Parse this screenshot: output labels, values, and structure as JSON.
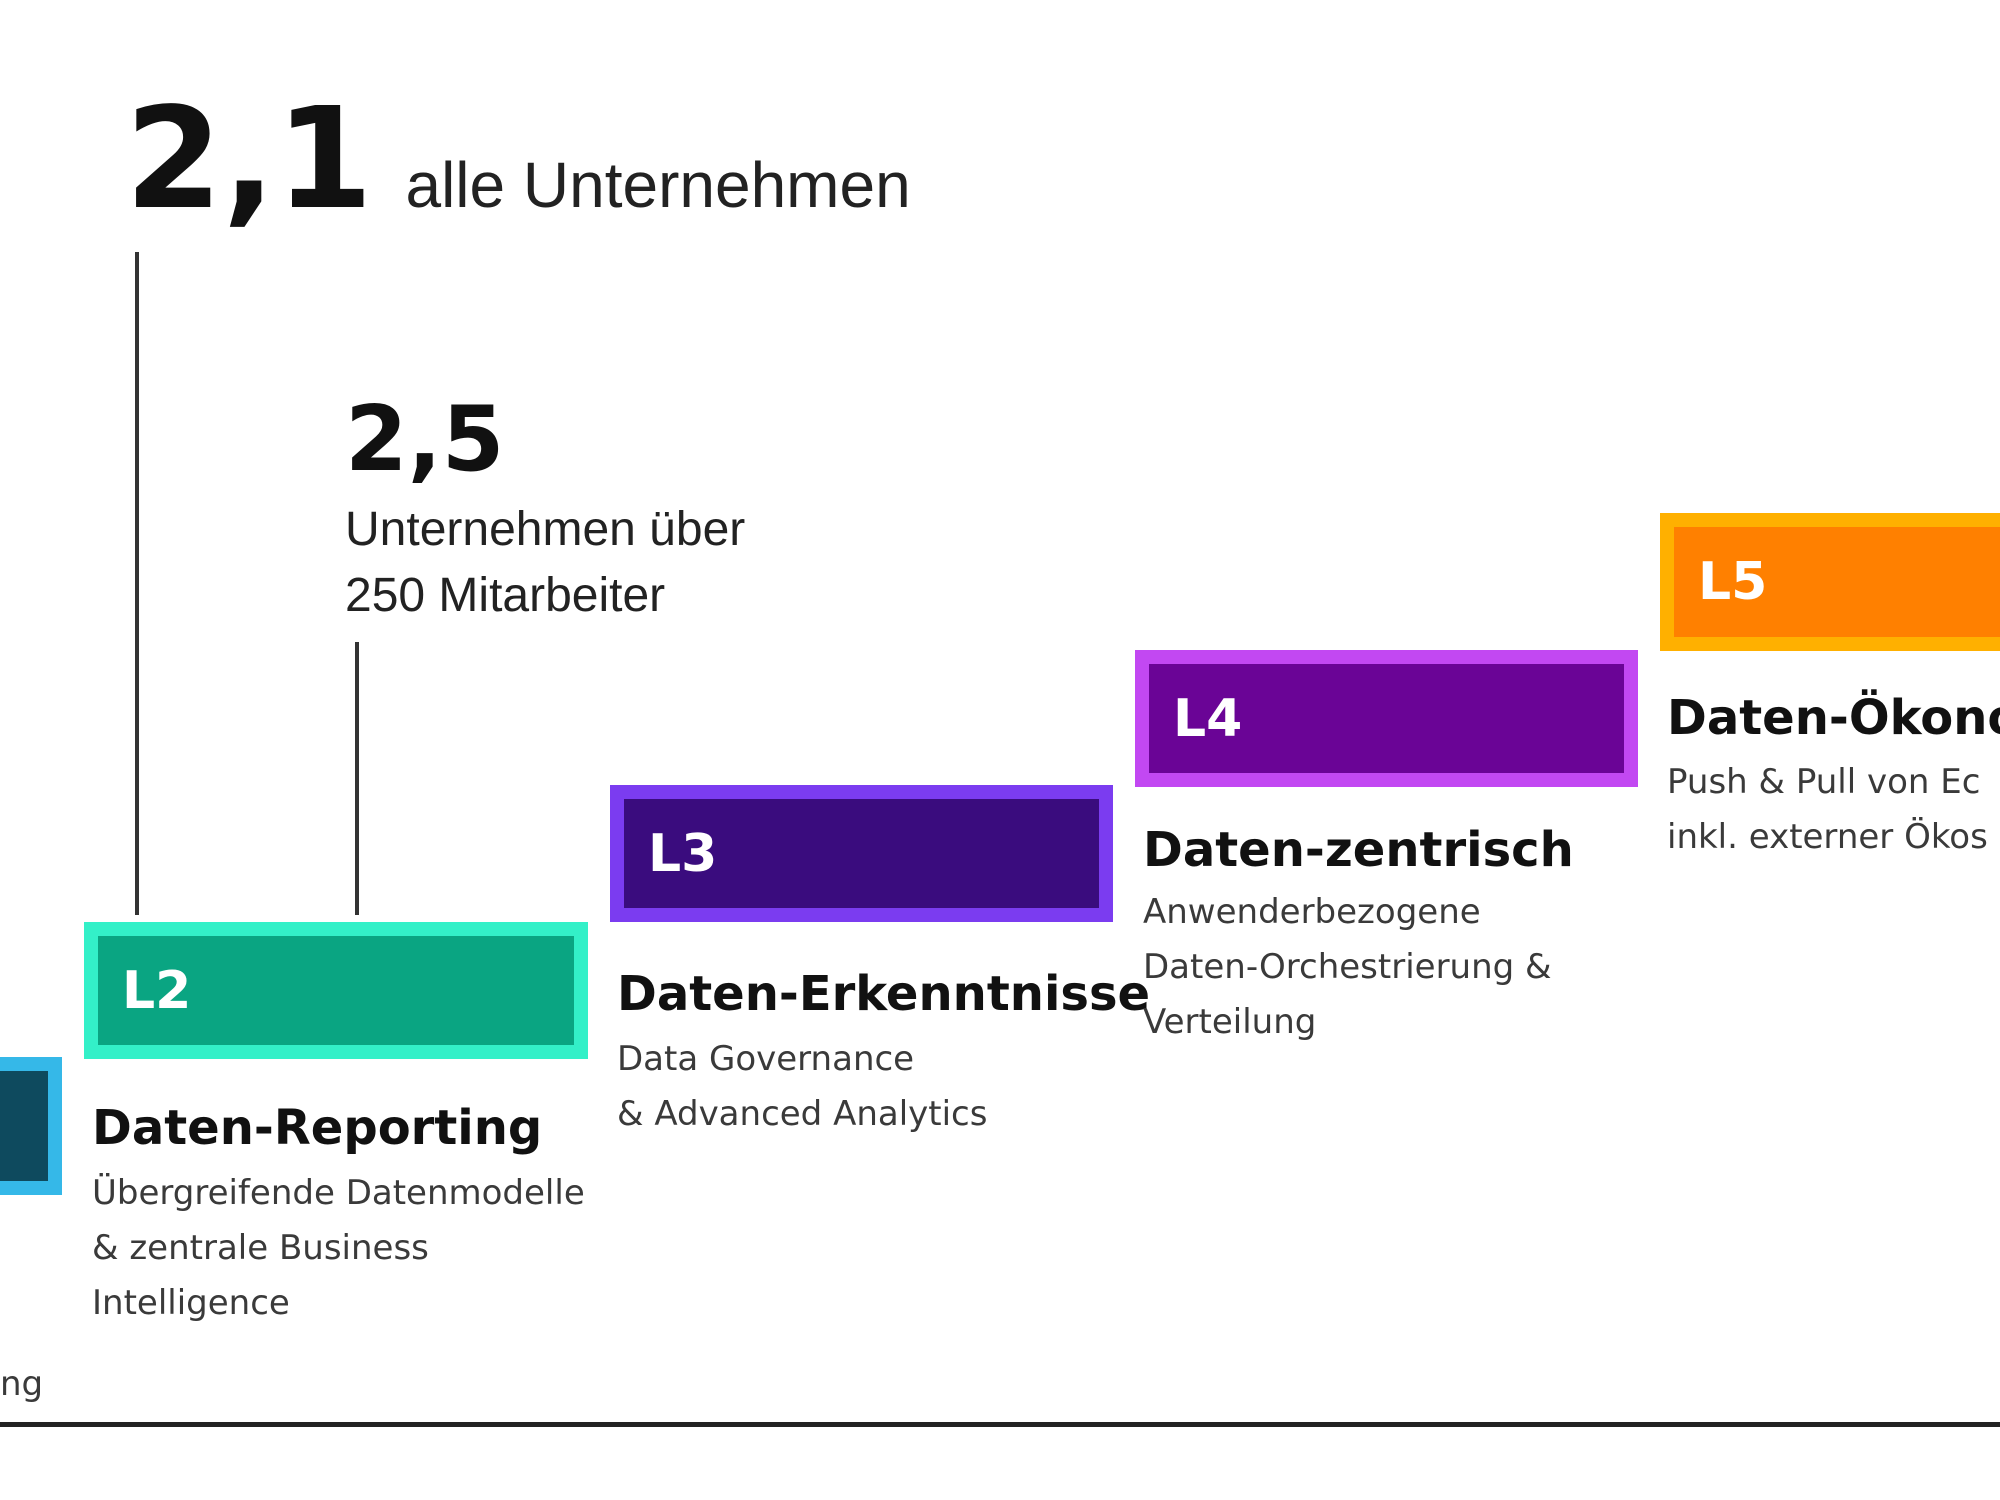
{
  "stat_all": {
    "value": "2,1",
    "label": "alle Unternehmen"
  },
  "stat_large": {
    "value": "2,5",
    "label_line1": "Unternehmen über",
    "label_line2": "250 Mitarbeiter"
  },
  "levels": [
    {
      "code": "",
      "title": "",
      "desc": [
        "ng"
      ],
      "fill": "#0e4a5e",
      "border": "#35b8e8"
    },
    {
      "code": "L2",
      "title": "Daten-Reporting",
      "desc": [
        "Übergreifende Datenmodelle",
        "& zentrale Business",
        "Intelligence"
      ],
      "fill": "#0aa582",
      "border": "#33f0c8"
    },
    {
      "code": "L3",
      "title": "Daten-Erkenntnisse",
      "desc": [
        "Data Governance",
        "& Advanced Analytics"
      ],
      "fill": "#3a0c7e",
      "border": "#7b3cf0"
    },
    {
      "code": "L4",
      "title": "Daten-zentrisch",
      "desc": [
        "Anwenderbezogene",
        "Daten-Orchestrierung &",
        "Verteilung"
      ],
      "fill": "#6a0496",
      "border": "#c248f2"
    },
    {
      "code": "L5",
      "title": "Daten-Ökono",
      "desc": [
        "Push & Pull von Ec",
        "inkl. externer Ökos"
      ],
      "fill": "#ff8000",
      "border": "#ffb000"
    }
  ]
}
